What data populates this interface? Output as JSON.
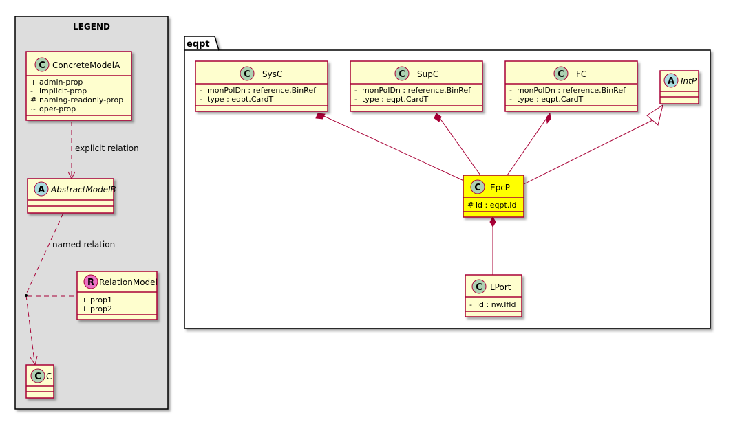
{
  "legend": {
    "title": "LEGEND",
    "concrete_model": {
      "stereotype": "C",
      "name": "ConcreteModelA",
      "attributes": [
        {
          "visibility": "+",
          "name": "admin-prop"
        },
        {
          "visibility": "-",
          "name": "implicit-prop"
        },
        {
          "visibility": "#",
          "name": "naming-readonly-prop"
        },
        {
          "visibility": "~",
          "name": "oper-prop"
        }
      ]
    },
    "abstract_model": {
      "stereotype": "A",
      "name": "AbstractModelB"
    },
    "relation_model": {
      "stereotype": "R",
      "name": "RelationModel",
      "attributes": [
        {
          "visibility": "+",
          "name": "prop1"
        },
        {
          "visibility": "+",
          "name": "prop2"
        }
      ]
    },
    "class_c": {
      "stereotype": "C",
      "name": "C"
    },
    "explicit_relation_label": "explicit relation",
    "named_relation_label": "named relation"
  },
  "package": {
    "name": "eqpt",
    "classes": {
      "sysc": {
        "stereotype": "C",
        "name": "SysC",
        "attributes": [
          {
            "visibility": "-",
            "name": "monPolDn : reference.BinRef"
          },
          {
            "visibility": "-",
            "name": "type : eqpt.CardT"
          }
        ]
      },
      "supc": {
        "stereotype": "C",
        "name": "SupC",
        "attributes": [
          {
            "visibility": "-",
            "name": "monPolDn : reference.BinRef"
          },
          {
            "visibility": "-",
            "name": "type : eqpt.CardT"
          }
        ]
      },
      "fc": {
        "stereotype": "C",
        "name": "FC",
        "attributes": [
          {
            "visibility": "-",
            "name": "monPolDn : reference.BinRef"
          },
          {
            "visibility": "-",
            "name": "type : eqpt.CardT"
          }
        ]
      },
      "intp": {
        "stereotype": "A",
        "name": "IntP"
      },
      "epcp": {
        "stereotype": "C",
        "name": "EpcP",
        "attributes": [
          {
            "visibility": "#",
            "name": "id : eqpt.Id"
          }
        ]
      },
      "lport": {
        "stereotype": "C",
        "name": "LPort",
        "attributes": [
          {
            "visibility": "-",
            "name": "id : nw.IfId"
          }
        ]
      }
    }
  },
  "colors": {
    "class_fill": "#FEFECE",
    "class_border": "#A80036",
    "highlight_fill": "#FFFF00",
    "legend_fill": "#DDDDDD",
    "stereo_class": "#ADD1B2",
    "stereo_abstract": "#A9DCDF",
    "stereo_relation": "#EB71C4"
  }
}
